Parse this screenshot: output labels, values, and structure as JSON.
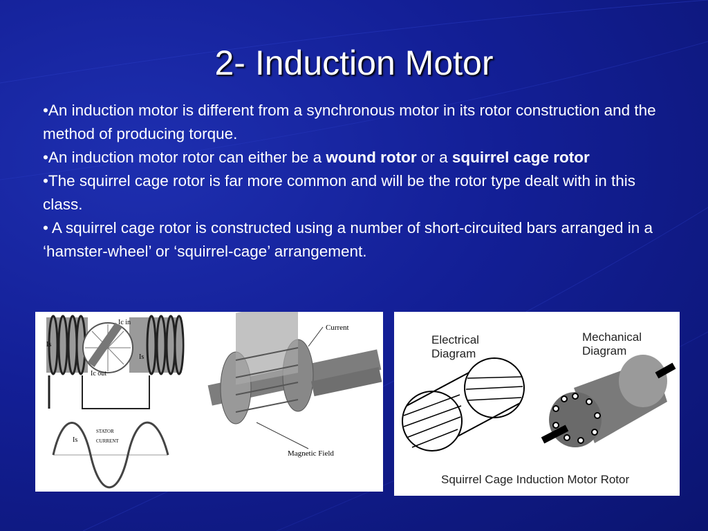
{
  "slide": {
    "title": "2- Induction Motor",
    "bullets": [
      {
        "marker": "•",
        "text": "An induction motor is different from a synchronous motor in its rotor construction and the method of producing torque."
      },
      {
        "marker": "•",
        "pre": "An induction motor rotor can either be a ",
        "bold1": "wound rotor",
        "mid": " or a ",
        "bold2": "squirrel cage rotor"
      },
      {
        "marker": "•",
        "text": "The squirrel cage rotor is far more common and will be the rotor type dealt with in this class."
      },
      {
        "marker": "• ",
        "text": "A squirrel cage rotor is constructed using a number of short-circuited bars arranged in a ‘hamster-wheel’ or ‘squirrel-cage’ arrangement."
      }
    ]
  },
  "figure_left": {
    "labels": {
      "ic_in": "Ic in",
      "is_left": "Is",
      "is_right": "Is",
      "ic_out": "Ic out",
      "is_wave": "Is",
      "stator": "STATOR",
      "current_wave": "CURRENT",
      "current_arrow": "Current",
      "magnetic_field": "Magnetic Field"
    }
  },
  "figure_right": {
    "labels": {
      "electrical_1": "Electrical",
      "electrical_2": "Diagram",
      "mechanical_1": "Mechanical",
      "mechanical_2": "Diagram",
      "caption": "Squirrel Cage Induction Motor Rotor"
    }
  },
  "colors": {
    "background": "#131f96",
    "text": "#ffffff"
  }
}
